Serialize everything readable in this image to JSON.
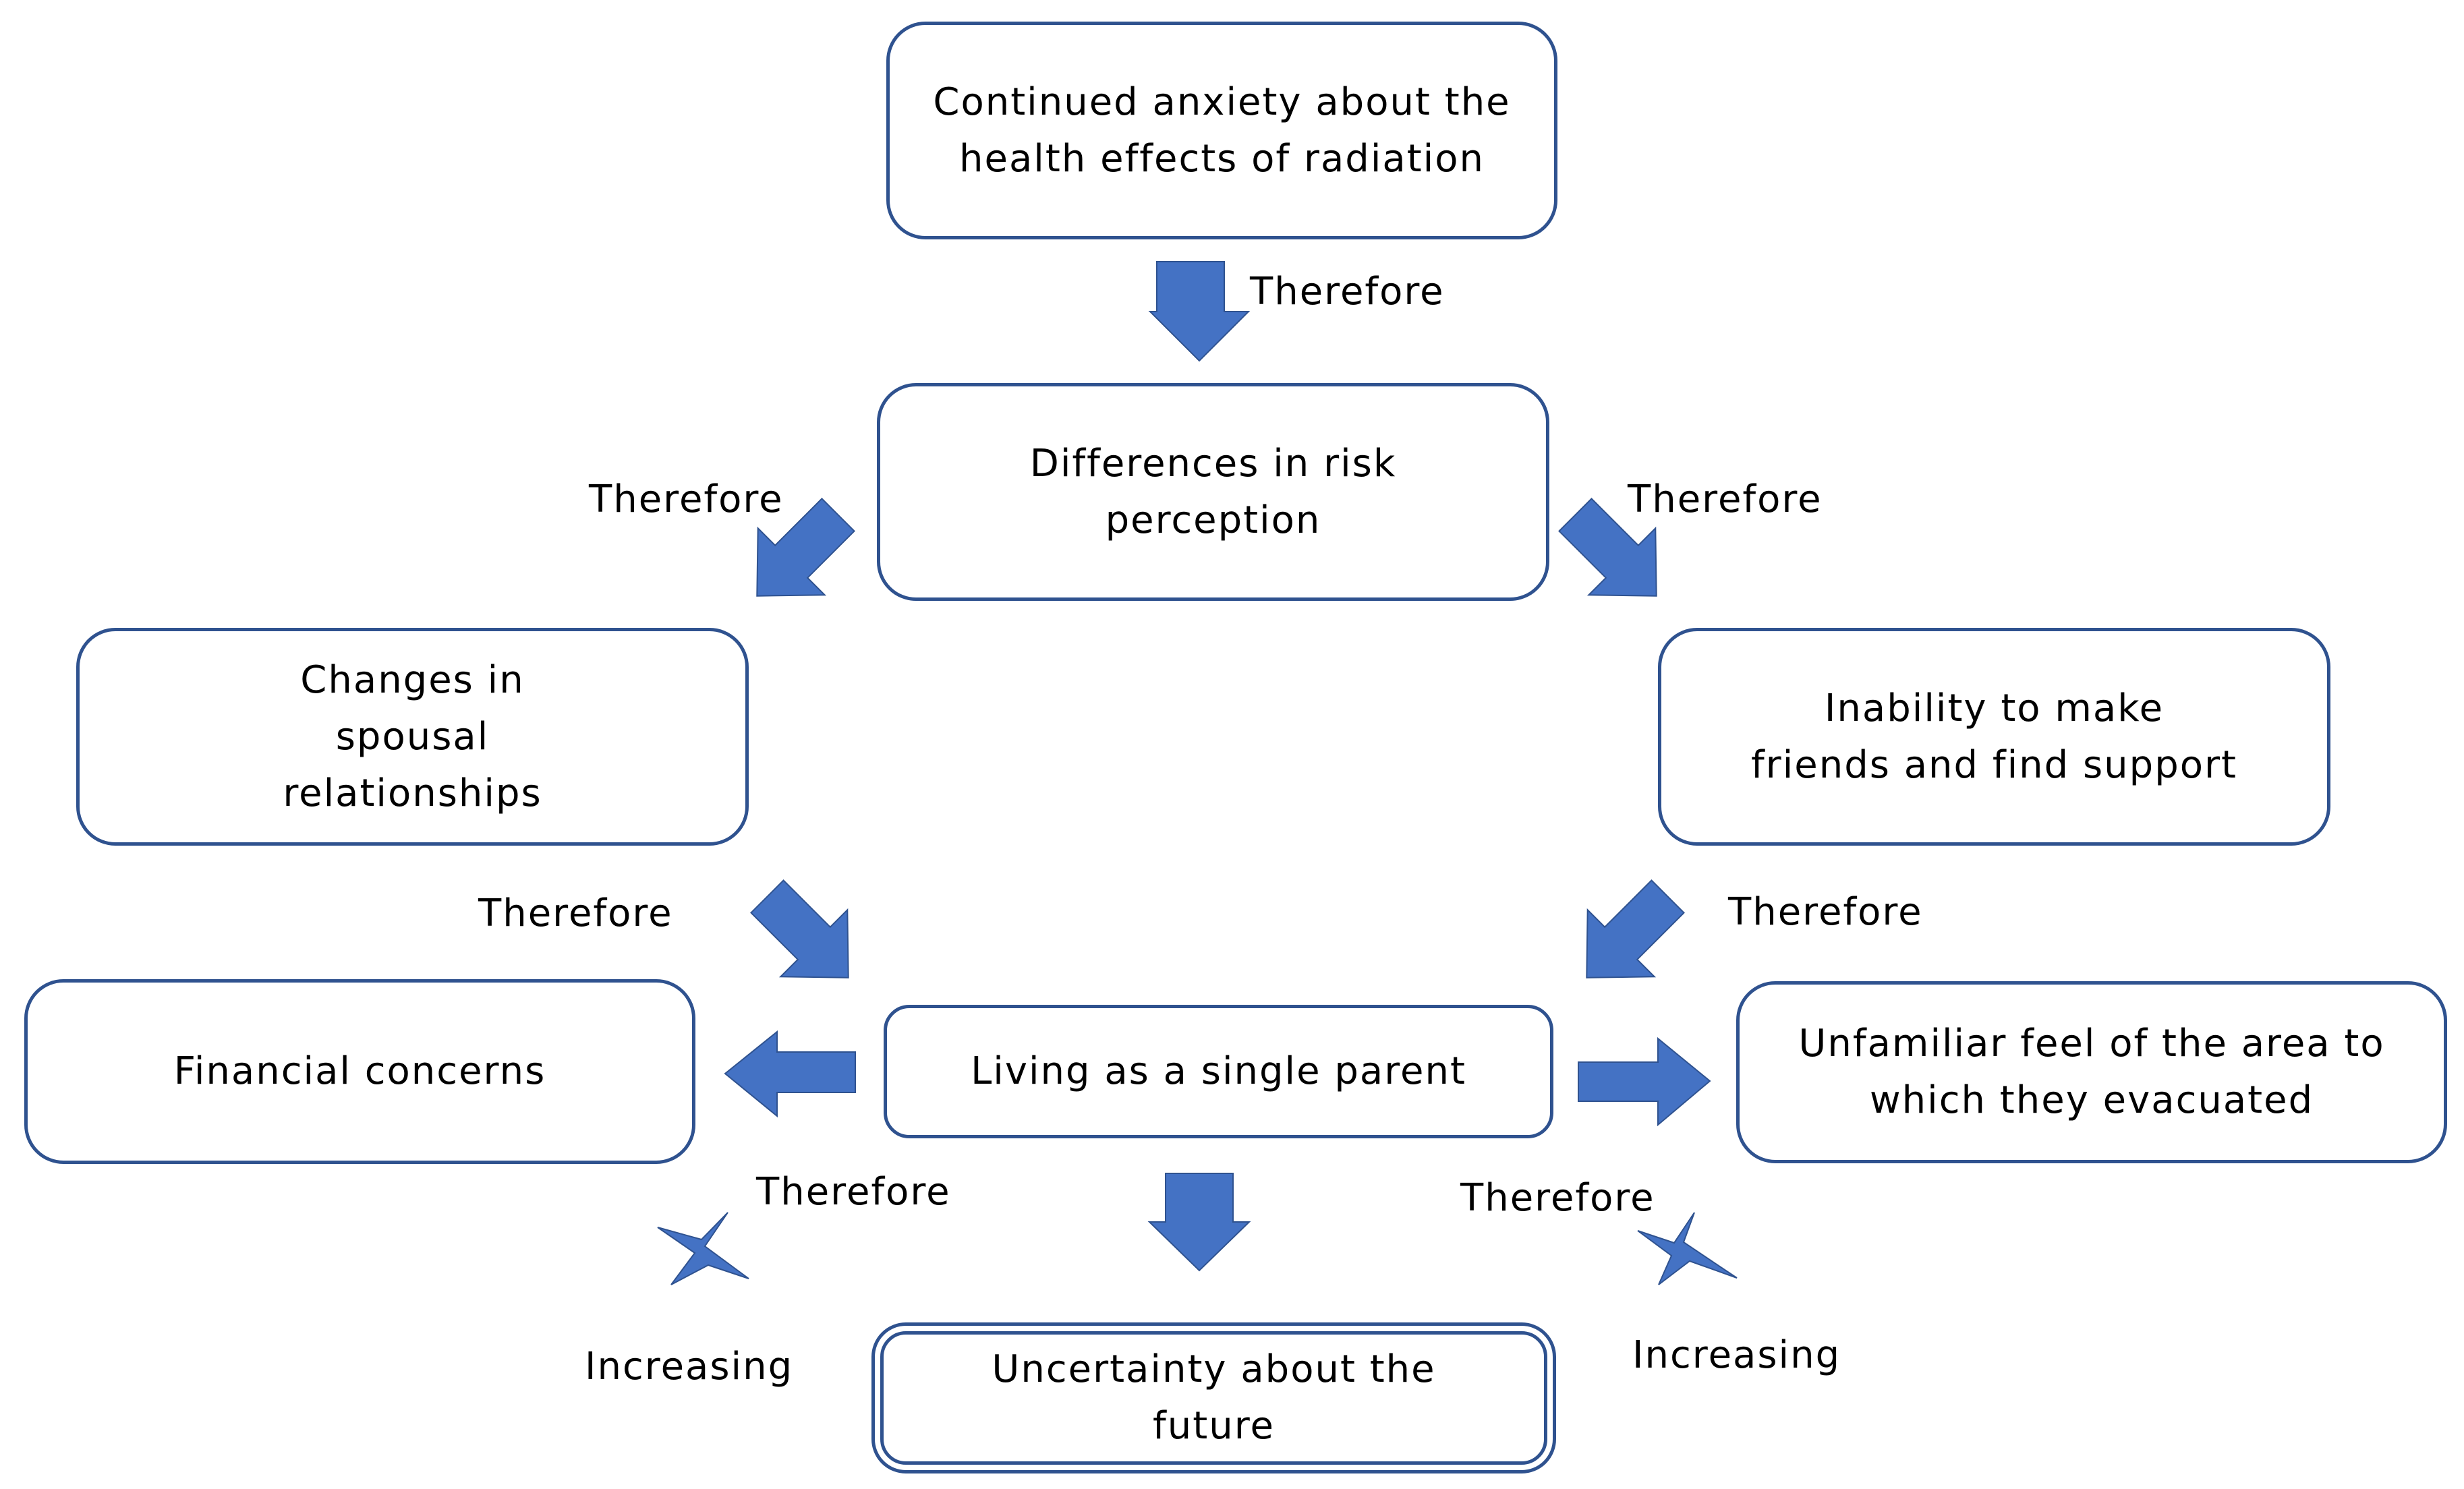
{
  "nodes": {
    "anxiety": "Continued anxiety about the health effects of radiation",
    "risk_perception": "Differences in risk perception",
    "spousal": "Changes in spousal relationships",
    "friends": "Inability to make friends and find support",
    "single_parent": "Living as a single parent",
    "financial": "Financial concerns",
    "unfamiliar": "Unfamiliar feel of the area to which they evacuated",
    "uncertainty": "Uncertainty about the future"
  },
  "labels": {
    "therefore": "Therefore",
    "increasing": "Increasing"
  },
  "colors": {
    "arrow_fill": "#4472c4",
    "box_border": "#2f528f"
  }
}
